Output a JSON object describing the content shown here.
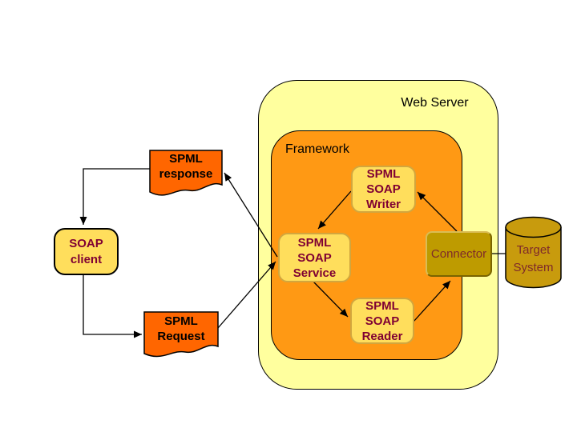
{
  "diagram": {
    "title_note": "SPML SOAP provisioning flow diagram",
    "containers": {
      "web_server": {
        "label": "Web Server"
      },
      "framework": {
        "label": "Framework"
      }
    },
    "nodes": {
      "soap_client": {
        "label": "SOAP\nclient",
        "shape": "rounded-rect"
      },
      "spml_response": {
        "label": "SPML\nresponse",
        "shape": "document"
      },
      "spml_request": {
        "label": "SPML\nRequest",
        "shape": "document"
      },
      "spml_soap_writer": {
        "label": "SPML\nSOAP\nWriter",
        "shape": "rounded-rect"
      },
      "spml_soap_service": {
        "label": "SPML\nSOAP\nService",
        "shape": "rounded-rect"
      },
      "spml_soap_reader": {
        "label": "SPML\nSOAP\nReader",
        "shape": "rounded-rect"
      },
      "connector": {
        "label": "Connector",
        "shape": "rect"
      },
      "target_system": {
        "label": "Target\nSystem",
        "shape": "cylinder"
      }
    },
    "edges": [
      {
        "from": "spml_response",
        "to": "soap_client",
        "style": "arrow-elbow"
      },
      {
        "from": "soap_client",
        "to": "spml_request",
        "style": "arrow-elbow"
      },
      {
        "from": "spml_request",
        "to": "spml_soap_service",
        "style": "arrow"
      },
      {
        "from": "spml_soap_service",
        "to": "spml_response",
        "style": "arrow"
      },
      {
        "from": "spml_soap_writer",
        "to": "spml_soap_service",
        "style": "arrow"
      },
      {
        "from": "spml_soap_service",
        "to": "spml_soap_reader",
        "style": "arrow"
      },
      {
        "from": "spml_soap_reader",
        "to": "connector",
        "style": "arrow"
      },
      {
        "from": "connector",
        "to": "spml_soap_writer",
        "style": "arrow"
      },
      {
        "from": "connector",
        "to": "target_system",
        "style": "plain-line"
      }
    ],
    "colors": {
      "web_server_fill": "#FFFF9E",
      "framework_fill": "#FF9914",
      "process_fill": "#FFDE5C",
      "process_border": "#D2A63E",
      "document_fill": "#FF6600",
      "connector_fill": "#BE9B00",
      "cylinder_fill": "#C89B0D",
      "maroon_text": "#7F0033",
      "dark_red_text": "#7F2A2A",
      "outline": "#000000"
    }
  }
}
